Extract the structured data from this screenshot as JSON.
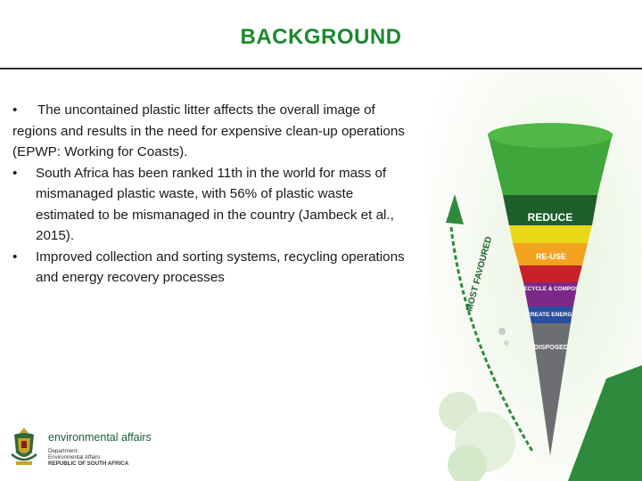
{
  "slide": {
    "title": "BACKGROUND"
  },
  "content": {
    "intro_bullet": "•",
    "intro_text": "The uncontained plastic litter affects the overall image of regions and results in the need for expensive clean-up operations (EPWP: Working for Coasts).",
    "items": [
      {
        "bullet": "•",
        "text": "South Africa has been ranked 11th in the world for mass of mismanaged plastic waste, with 56% of plastic waste estimated to be mismanaged in the country (Jambeck et al., 2015)."
      },
      {
        "bullet": "•",
        "text": "Improved collection and sorting systems, recycling operations and energy recovery processes"
      }
    ]
  },
  "hierarchy": {
    "arrow_label": "MOST FAVOURED",
    "levels": [
      "REDUCE",
      "RE-USE",
      "RECYCLE & COMPOST",
      "CREATE ENERGY",
      "DISPOSED"
    ],
    "colors": {
      "green": "#3ea63a",
      "dark_green": "#1d5e2b",
      "yellow": "#e8d817",
      "orange": "#f2a21e",
      "red": "#c8202b",
      "purple": "#7a2a86",
      "blue": "#2a4fa0",
      "gray": "#6d6e71"
    }
  },
  "logo": {
    "brand": "environmental affairs",
    "line1": "Department:",
    "line2": "Environmental Affairs",
    "line3": "REPUBLIC OF SOUTH AFRICA"
  }
}
